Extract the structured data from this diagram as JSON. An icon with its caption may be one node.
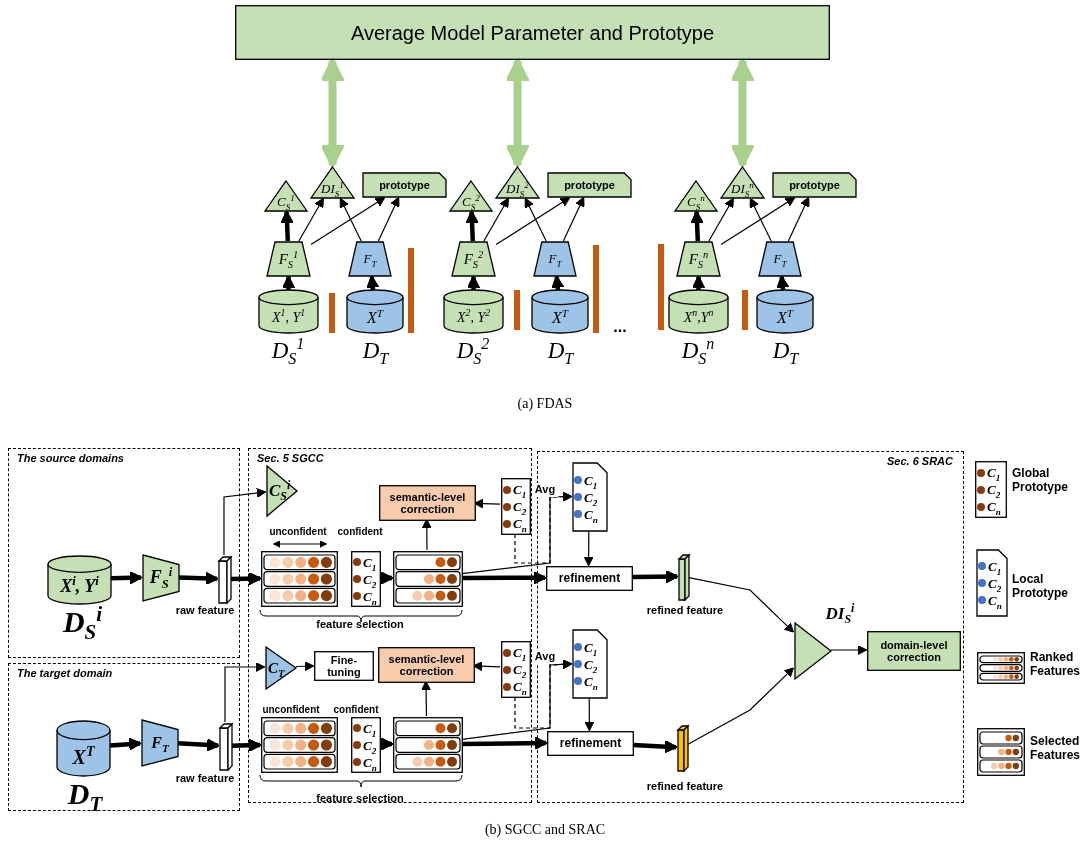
{
  "diagram": {
    "caption": "(b) SGCC and SRAC",
    "nodes": [
      {
        "text": [
          "Average Model Parameter and Prototype"
        ]
      },
      {
        "text": [
          "C$_{S}$$^{1}$"
        ]
      },
      {
        "text": [
          "DI$_{S}$$^{1}$"
        ]
      },
      {
        "text": [
          "prototype"
        ]
      },
      {
        "text": [
          "F$_{S}$$^{1}$"
        ]
      },
      {
        "text": [
          "F$_{T}$"
        ]
      },
      {
        "text": [
          "X$^{1}$, Y$^{1}$"
        ],
        "beside": [
          "D$_{S}$$^{1}$"
        ]
      },
      {
        "text": [
          "X$^{T}$"
        ],
        "beside": [
          "D$_{T}$"
        ]
      },
      {
        "text": [
          "C$_{S}$$^{2}$"
        ]
      },
      {
        "text": [
          "DI$_{S}$$^{2}$"
        ]
      },
      {
        "text": [
          "prototype"
        ]
      },
      {
        "text": [
          "F$_{S}$$^{2}$"
        ]
      },
      {
        "text": [
          "F$_{T}$"
        ]
      },
      {
        "text": [
          "X$^{2}$, Y$^{2}$"
        ],
        "beside": [
          "D$_{S}$$^{2}$"
        ]
      },
      {
        "text": [
          "X$^{T}$"
        ],
        "beside": [
          "D$_{T}$"
        ]
      },
      {
        "text": [
          "C$_{S}$$^{n}$"
        ]
      },
      {
        "text": [
          "DI$_{S}$$^{n}$"
        ]
      },
      {
        "text": [
          "prototype"
        ]
      },
      {
        "text": [
          "F$_{S}$$^{n}$"
        ]
      },
      {
        "text": [
          "F$_{T}$"
        ]
      },
      {
        "text": [
          "X$^{n}$,Y$^{n}$"
        ],
        "beside": [
          "D$_{S}$$^{n}$"
        ]
      },
      {
        "text": [
          "X$^{T}$"
        ],
        "beside": [
          "D$_{T}$"
        ]
      },
      {
        "text": [
          "The source domains"
        ]
      },
      {
        "text": [
          "The target domain"
        ]
      },
      {
        "text": [
          "Sec. 5 SGCC"
        ]
      },
      {
        "text": [
          "Sec. 6 SRAC"
        ]
      },
      {
        "text": [
          "X$^{i}$, Y$^{i}$"
        ],
        "in": 22,
        "beside": [
          "D$_{S}$$^{i}$"
        ]
      },
      {
        "text": [
          "F$_{S}$$^{i}$"
        ],
        "in": 22
      },
      {
        "text": [],
        "shape": "bar",
        "in": 22,
        "beside": [
          "raw feature"
        ]
      },
      {
        "text": [
          "X$^{T}$"
        ],
        "in": 23,
        "beside": [
          "D$_{T}$"
        ]
      },
      {
        "text": [
          "F$_{T}$"
        ],
        "in": 23
      },
      {
        "text": [],
        "shape": "bar",
        "in": 23,
        "beside": [
          "raw feature"
        ]
      },
      {
        "text": [
          "C$_{S}$$^{i}$"
        ],
        "in": 24
      },
      {
        "text": [
          "semantic-level correction"
        ],
        "in": 24
      },
      {
        "text": [
          "C$_{1}$",
          "C$_{2}$",
          "C$_{n}$"
        ],
        "in": 24
      },
      {
        "text": [],
        "shape": "box",
        "in": 24
      },
      {
        "text": [
          "C$_{1}$",
          "C$_{2}$",
          "C$_{n}$"
        ],
        "in": 24
      },
      {
        "text": [],
        "shape": "box",
        "in": 24
      },
      {
        "text": [
          "C$_{T}$"
        ],
        "in": 24
      },
      {
        "text": [
          "Fine- tuning"
        ],
        "in": 24
      },
      {
        "text": [
          "semantic-level correction"
        ],
        "in": 24
      },
      {
        "text": [
          "C$_{1}$",
          "C$_{2}$",
          "C$_{n}$"
        ],
        "in": 24
      },
      {
        "text": [],
        "shape": "box",
        "in": 24
      },
      {
        "text": [
          "C$_{1}$",
          "C$_{2}$",
          "C$_{n}$"
        ],
        "in": 24
      },
      {
        "text": [],
        "shape": "box",
        "in": 24
      },
      {
        "text": [
          "C$_{1}$",
          "C$_{2}$",
          "C$_{n}$"
        ],
        "in": 25
      },
      {
        "text": [
          "refinement"
        ],
        "in": 25
      },
      {
        "text": [],
        "shape": "bar",
        "in": 25,
        "beside": [
          "refined feature"
        ]
      },
      {
        "text": [
          "C$_{1}$",
          "C$_{2}$",
          "C$_{n}$"
        ],
        "in": 25
      },
      {
        "text": [
          "refinement"
        ],
        "in": 25
      },
      {
        "text": [],
        "shape": "bar",
        "in": 25,
        "beside": [
          "refined feature"
        ]
      },
      {
        "text": [],
        "shape": "triangle",
        "in": 25
      },
      {
        "text": [
          "domain-level correction"
        ],
        "in": 25
      },
      {
        "text": [
          "C$_{1}$",
          "C$_{2}$",
          "C$_{n}$"
        ],
        "beside": [
          "Global Prototype"
        ]
      },
      {
        "text": [
          "C$_{1}$",
          "C$_{2}$",
          "C$_{n}$"
        ],
        "beside": [
          "Local Prototype"
        ]
      },
      {
        "text": [],
        "shape": "box",
        "beside": [
          "Ranked Features"
        ]
      },
      {
        "text": [],
        "shape": "box",
        "beside": [
          "Selected Features"
        ]
      }
    ],
    "edges": [
      {
        "from": 6,
        "to": 4,
        "arrow": "to",
        "style": "thick"
      },
      {
        "from": 4,
        "to": 1,
        "arrow": "to",
        "style": "thick"
      },
      {
        "from": 4,
        "to": 2,
        "arrow": "to"
      },
      {
        "from": 4,
        "to": 3,
        "arrow": "to"
      },
      {
        "from": 7,
        "to": 5,
        "arrow": "to",
        "style": "thick"
      },
      {
        "from": 5,
        "to": 2,
        "arrow": "to"
      },
      {
        "from": 5,
        "to": 3,
        "arrow": "to"
      },
      {
        "from": 2,
        "to": 0,
        "arrow": "both",
        "style": "thick",
        "color": "#a9d18e"
      },
      {
        "from": 13,
        "to": 11,
        "arrow": "to",
        "style": "thick"
      },
      {
        "from": 11,
        "to": 8,
        "arrow": "to",
        "style": "thick"
      },
      {
        "from": 11,
        "to": 9,
        "arrow": "to"
      },
      {
        "from": 11,
        "to": 10,
        "arrow": "to"
      },
      {
        "from": 14,
        "to": 12,
        "arrow": "to",
        "style": "thick"
      },
      {
        "from": 12,
        "to": 9,
        "arrow": "to"
      },
      {
        "from": 12,
        "to": 10,
        "arrow": "to"
      },
      {
        "from": 9,
        "to": 0,
        "arrow": "both",
        "style": "thick",
        "color": "#a9d18e"
      },
      {
        "from": 20,
        "to": 18,
        "arrow": "to",
        "style": "thick"
      },
      {
        "from": 18,
        "to": 15,
        "arrow": "to",
        "style": "thick"
      },
      {
        "from": 18,
        "to": 16,
        "arrow": "to"
      },
      {
        "from": 18,
        "to": 17,
        "arrow": "to"
      },
      {
        "from": 21,
        "to": 19,
        "arrow": "to",
        "style": "thick"
      },
      {
        "from": 19,
        "to": 16,
        "arrow": "to"
      },
      {
        "from": 19,
        "to": 17,
        "arrow": "to"
      },
      {
        "from": 16,
        "to": 0,
        "arrow": "both",
        "style": "thick",
        "color": "#a9d18e"
      },
      {
        "from": 26,
        "to": 27,
        "arrow": "to",
        "style": "thick"
      },
      {
        "from": 27,
        "to": 28,
        "arrow": "to",
        "style": "thick"
      },
      {
        "from": 28,
        "to": 32,
        "arrow": "to"
      },
      {
        "from": 28,
        "to": 35,
        "arrow": "to",
        "style": "thick"
      },
      {
        "from": 36,
        "to": 37,
        "arrow": "to",
        "style": "thick"
      },
      {
        "from": 37,
        "to": 33,
        "arrow": "to"
      },
      {
        "from": 34,
        "to": 33,
        "arrow": "to"
      },
      {
        "from": 34,
        "to": 45,
        "arrow": "to",
        "style": "dashed"
      },
      {
        "from": 37,
        "to": 45,
        "arrow": "to",
        "label": "Avg"
      },
      {
        "from": 37,
        "to": 46,
        "arrow": "to",
        "style": "thick"
      },
      {
        "from": 29,
        "to": 30,
        "arrow": "to",
        "style": "thick"
      },
      {
        "from": 30,
        "to": 31,
        "arrow": "to",
        "style": "thick"
      },
      {
        "from": 31,
        "to": 38,
        "arrow": "to"
      },
      {
        "from": 38,
        "to": 39,
        "arrow": "to"
      },
      {
        "from": 31,
        "to": 42,
        "arrow": "to",
        "style": "thick"
      },
      {
        "from": 43,
        "to": 44,
        "arrow": "to",
        "style": "thick"
      },
      {
        "from": 44,
        "to": 40,
        "arrow": "to"
      },
      {
        "from": 41,
        "to": 40,
        "arrow": "to"
      },
      {
        "from": 41,
        "to": 48,
        "arrow": "to",
        "style": "dashed"
      },
      {
        "from": 44,
        "to": 48,
        "arrow": "to",
        "label": "Avg"
      },
      {
        "from": 44,
        "to": 49,
        "arrow": "to",
        "style": "thick"
      },
      {
        "from": 45,
        "to": 46,
        "arrow": "to"
      },
      {
        "from": 46,
        "to": 47,
        "arrow": "to",
        "style": "thick"
      },
      {
        "from": 48,
        "to": 49,
        "arrow": "to"
      },
      {
        "from": 49,
        "to": 50,
        "arrow": "to",
        "style": "thick"
      },
      {
        "from": 47,
        "to": 51,
        "arrow": "to"
      },
      {
        "from": 50,
        "to": 51,
        "arrow": "to"
      },
      {
        "from": 51,
        "to": 52,
        "arrow": "to",
        "label": "DI$_{S}$$^{i}$"
      }
    ],
    "labels": [
      "...",
      "(a) FDAS",
      "unconfident",
      "confident",
      "feature selection",
      "unconfident",
      "confident",
      "feature selection"
    ]
  }
}
